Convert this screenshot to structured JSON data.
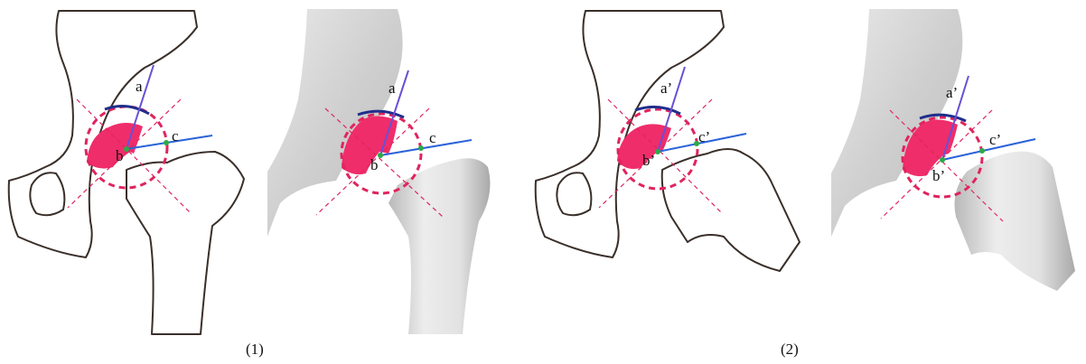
{
  "panels": [
    {
      "caption": "(1)",
      "labels": {
        "a": "a",
        "b": "b",
        "c": "c"
      }
    },
    {
      "caption": "(2)",
      "labels": {
        "a": "a’",
        "b": "b’",
        "c": "c’"
      }
    }
  ],
  "colors": {
    "femoral_head_fill": "#ef2d6a",
    "dashed_circle": "#e0245e",
    "arc": "#1f2e8c",
    "line_ab": "#6a4fd6",
    "line_bc": "#2b63d9",
    "points": "#2ea84a",
    "bone_outline": "#3a2f2a"
  }
}
